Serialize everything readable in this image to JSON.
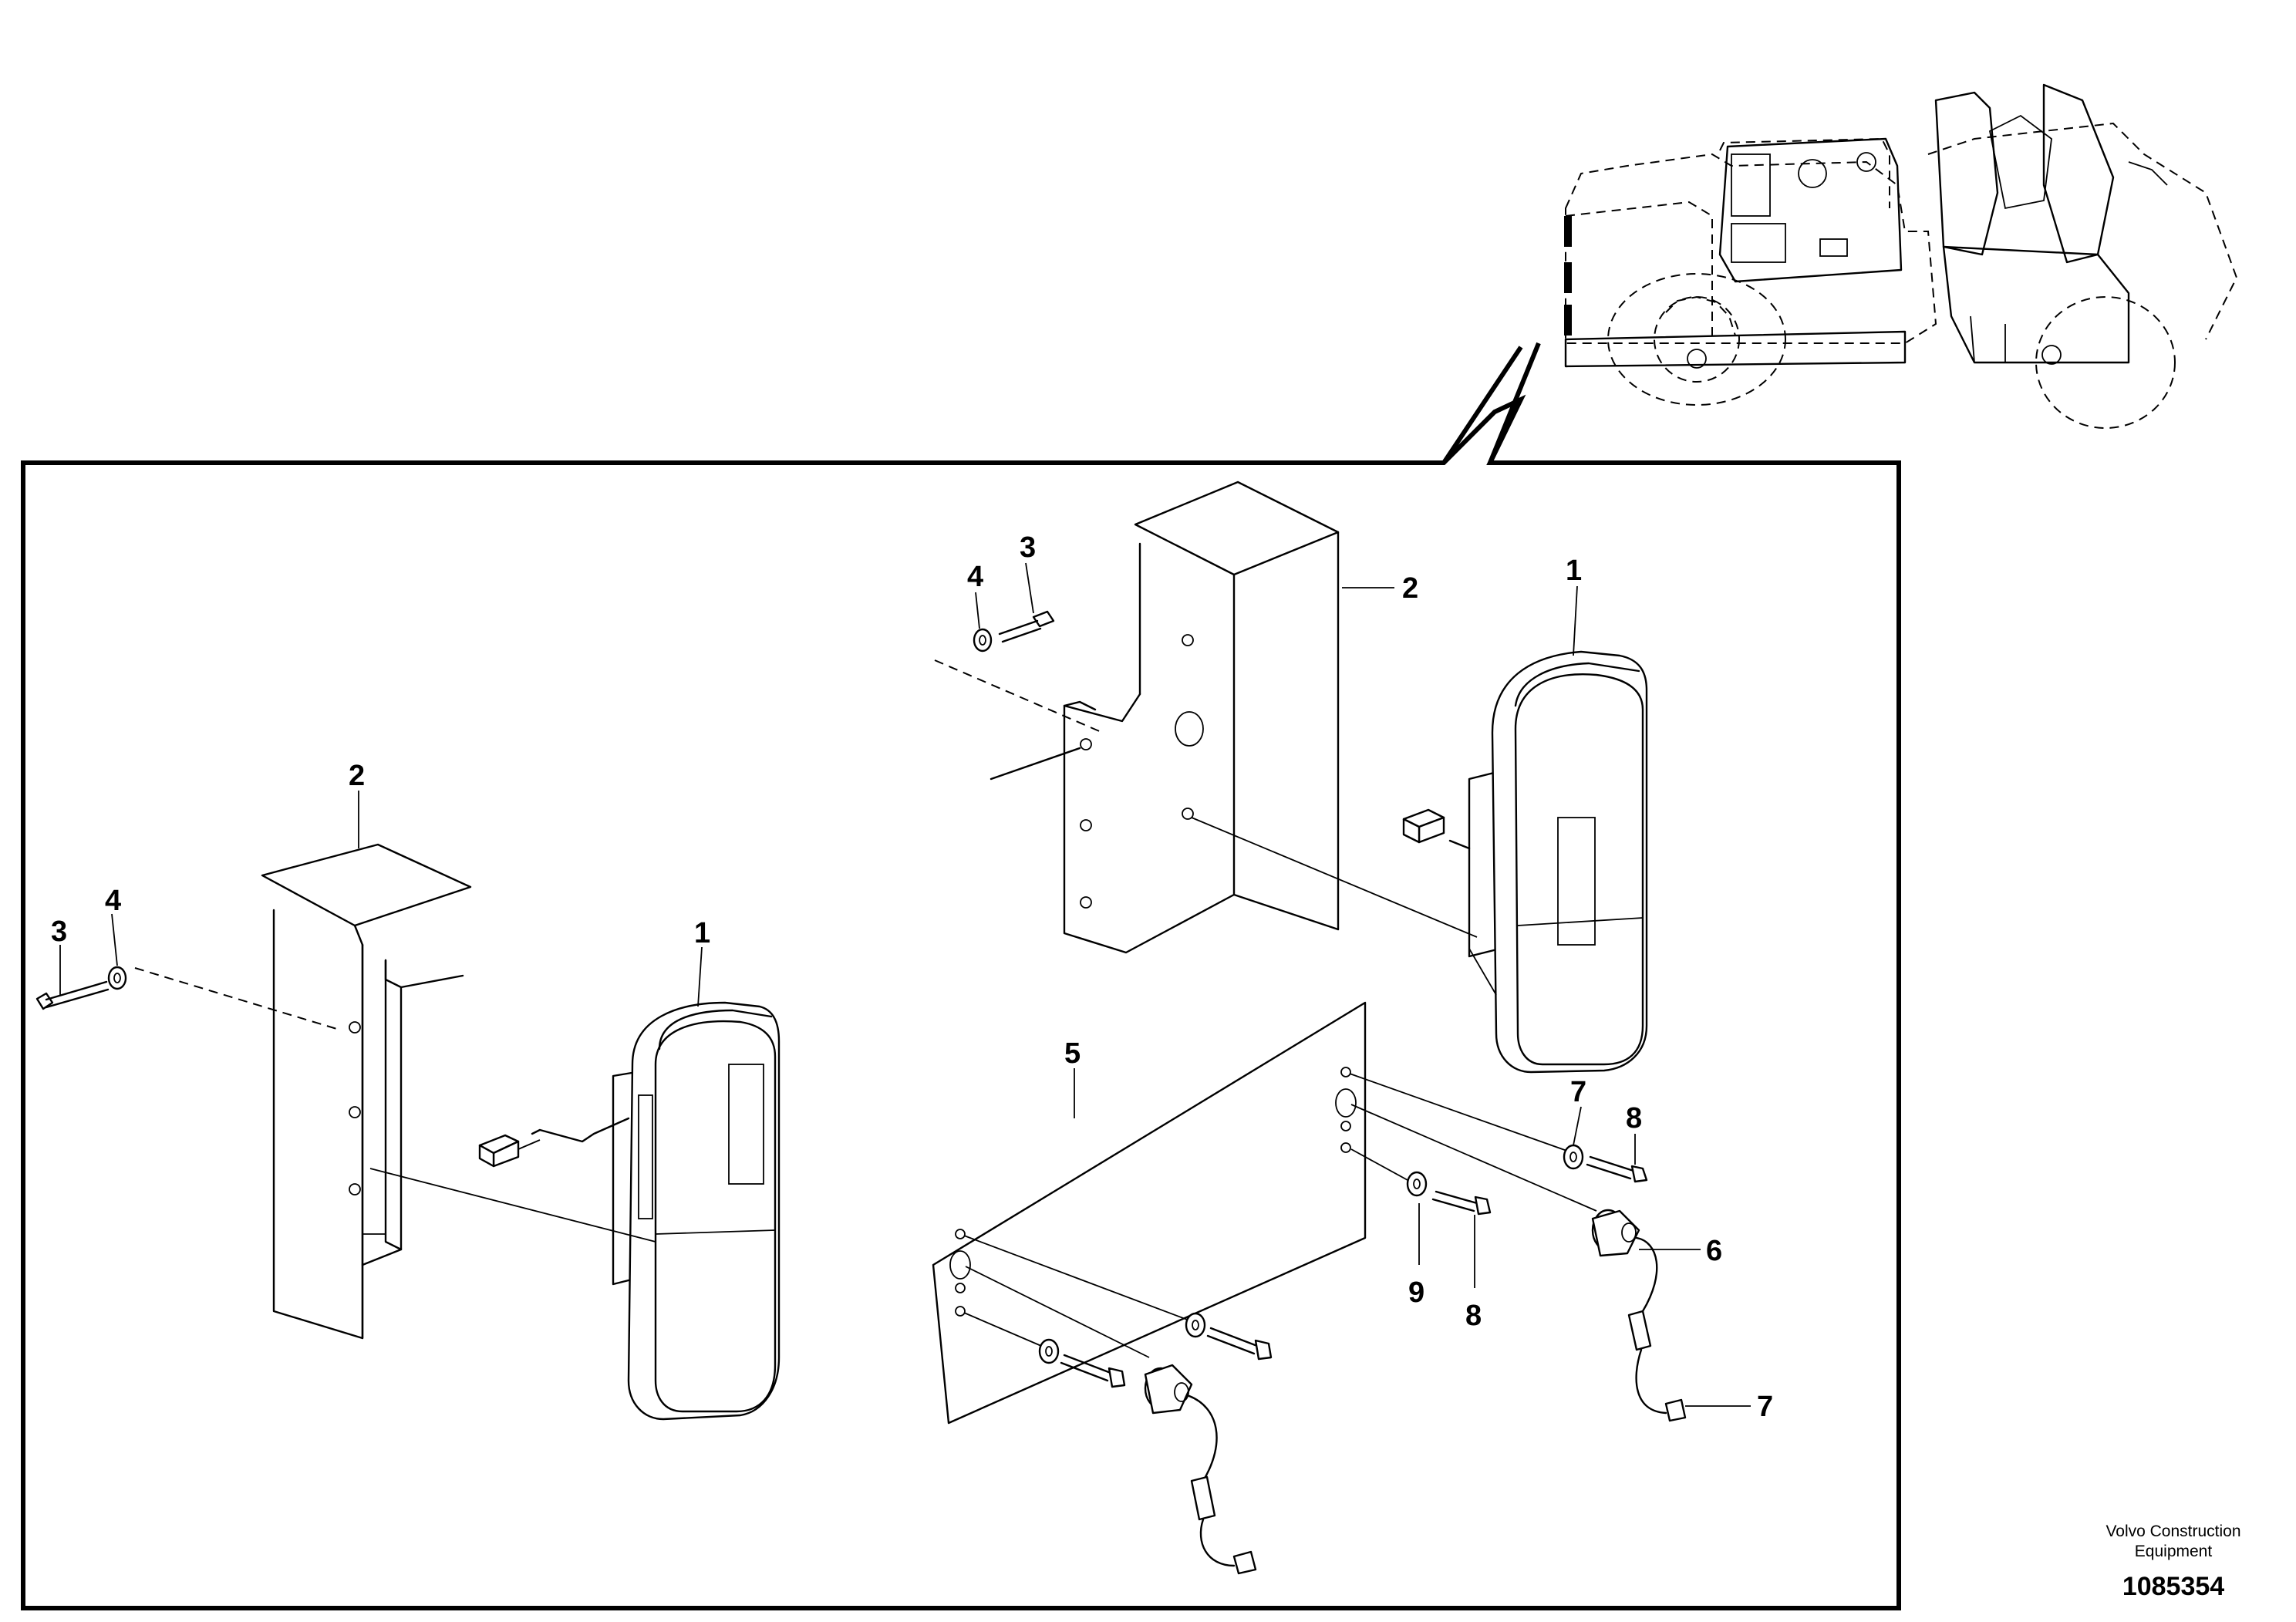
{
  "callouts": {
    "left_lamp": "1",
    "left_bracket": "2",
    "left_screw": "3",
    "left_washer": "4",
    "top_lamp": "1",
    "top_bracket": "2",
    "top_screw": "3",
    "top_washer": "4",
    "plate": "5",
    "lamp_holder": "6",
    "washer_right": "7",
    "cable_right": "7",
    "screw_right_a": "8",
    "screw_right_b": "8",
    "washer_mid": "9"
  },
  "footer": {
    "brand_line1": "Volvo Construction",
    "brand_line2": "Equipment",
    "drawing_number": "1085354"
  }
}
